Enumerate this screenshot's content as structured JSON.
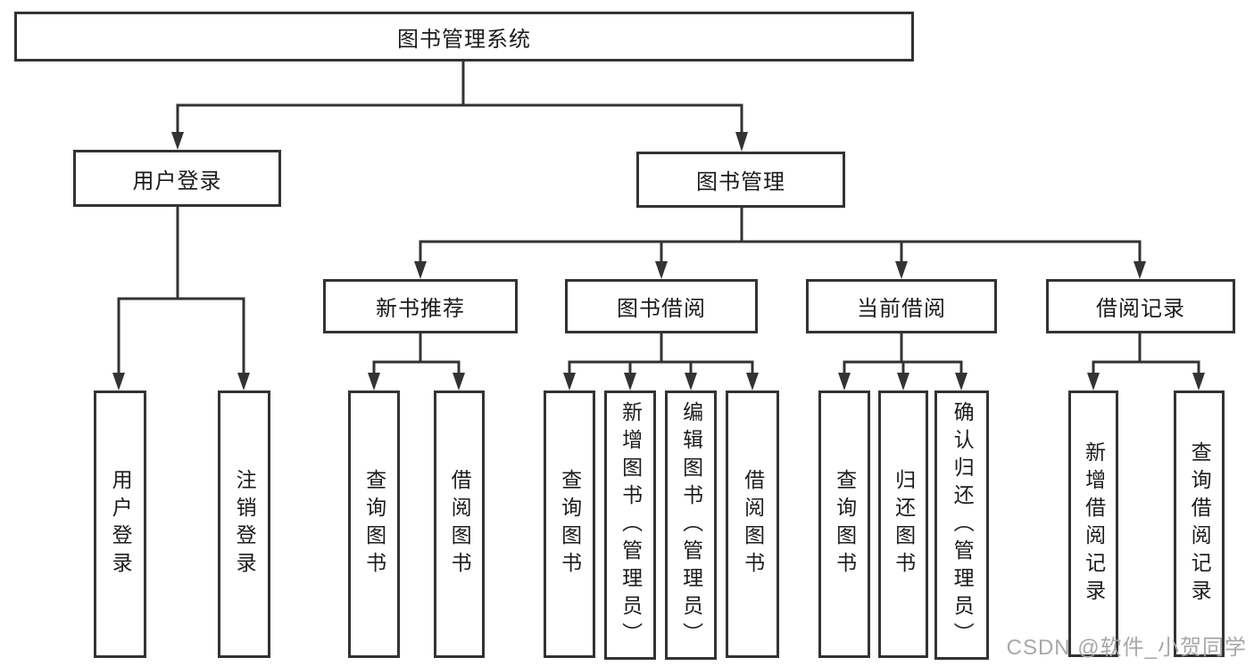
{
  "diagram": {
    "root": {
      "label": "图书管理系统"
    },
    "level2": [
      {
        "label": "用户登录"
      },
      {
        "label": "图书管理"
      }
    ],
    "level3": [
      {
        "label": "新书推荐"
      },
      {
        "label": "图书借阅"
      },
      {
        "label": "当前借阅"
      },
      {
        "label": "借阅记录"
      }
    ],
    "leaves": [
      {
        "label": "用户登录"
      },
      {
        "label": "注销登录"
      },
      {
        "label": "查询图书"
      },
      {
        "label": "借阅图书"
      },
      {
        "label": "查询图书"
      },
      {
        "label": "新增图书（管理员）"
      },
      {
        "label": "编辑图书（管理员）"
      },
      {
        "label": "借阅图书"
      },
      {
        "label": "查询图书"
      },
      {
        "label": "归还图书"
      },
      {
        "label": "确认归还（管理员）"
      },
      {
        "label": "新增借阅记录"
      },
      {
        "label": "查询借阅记录"
      }
    ],
    "line_color": "#333333",
    "box_background": "#ffffff",
    "text_color": "#1c1c1c"
  },
  "watermark": {
    "text": "CSDN @软件_小贺同学",
    "color": "#a8a8a8"
  }
}
